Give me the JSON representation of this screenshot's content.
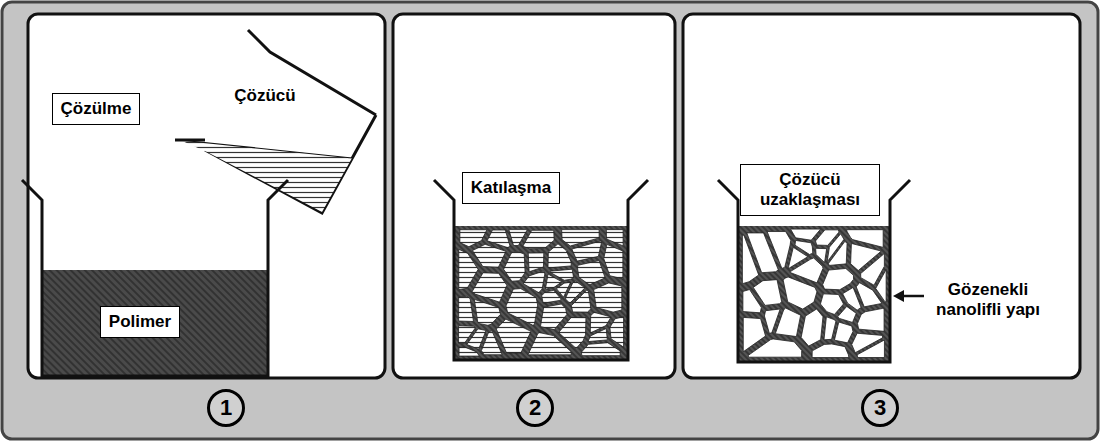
{
  "diagram": {
    "nodes": [
      {
        "text": [
          "Çözülme"
        ]
      },
      {
        "text": [
          "Polimer"
        ]
      },
      {
        "text": [
          "Katılaşma"
        ]
      },
      {
        "text": [
          "Çözücü uzaklaşması"
        ]
      },
      {
        "text": [
          "1"
        ]
      },
      {
        "text": [
          "2"
        ]
      },
      {
        "text": [
          "3"
        ]
      }
    ],
    "labels": [
      "Çözücü",
      "Gözenekli nanolifli yapı"
    ]
  }
}
